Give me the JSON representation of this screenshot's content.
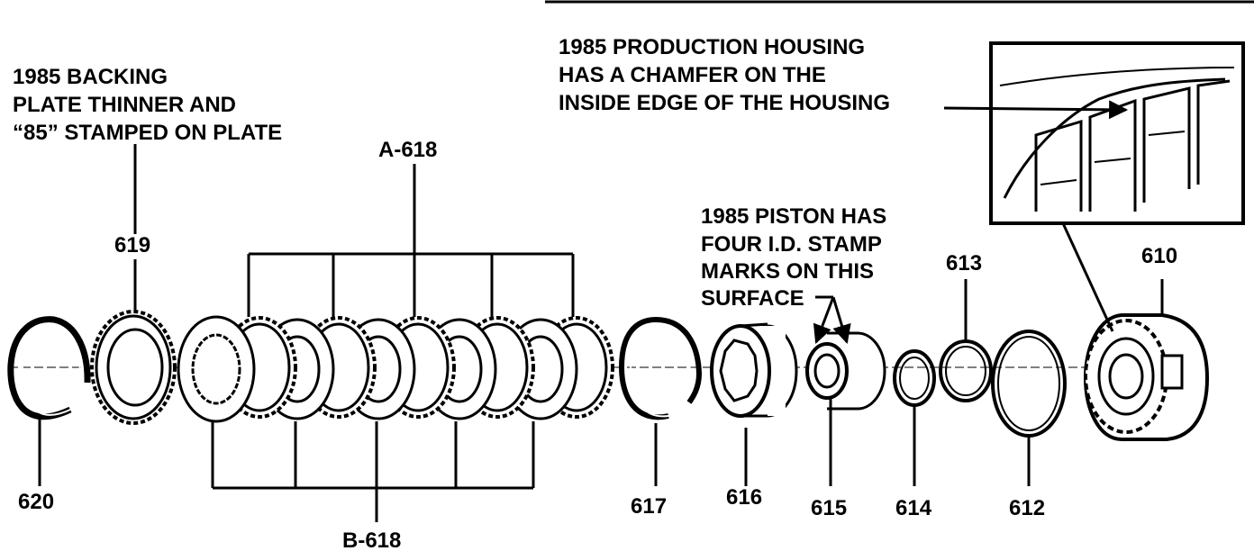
{
  "notes": {
    "backing_plate": [
      "1985 BACKING",
      "PLATE THINNER AND",
      "“85” STAMPED ON PLATE"
    ],
    "housing": [
      "1985 PRODUCTION HOUSING",
      "HAS A CHAMFER ON THE",
      "INSIDE EDGE OF THE HOUSING"
    ],
    "piston": [
      "1985 PISTON HAS",
      "FOUR I.D. STAMP",
      "MARKS ON THIS",
      "SURFACE"
    ]
  },
  "callouts": {
    "a618": "A-618",
    "b618": "B-618",
    "p619": "619",
    "p620": "620",
    "p617": "617",
    "p616": "616",
    "p615": "615",
    "p614": "614",
    "p613": "613",
    "p612": "612",
    "p610": "610"
  }
}
